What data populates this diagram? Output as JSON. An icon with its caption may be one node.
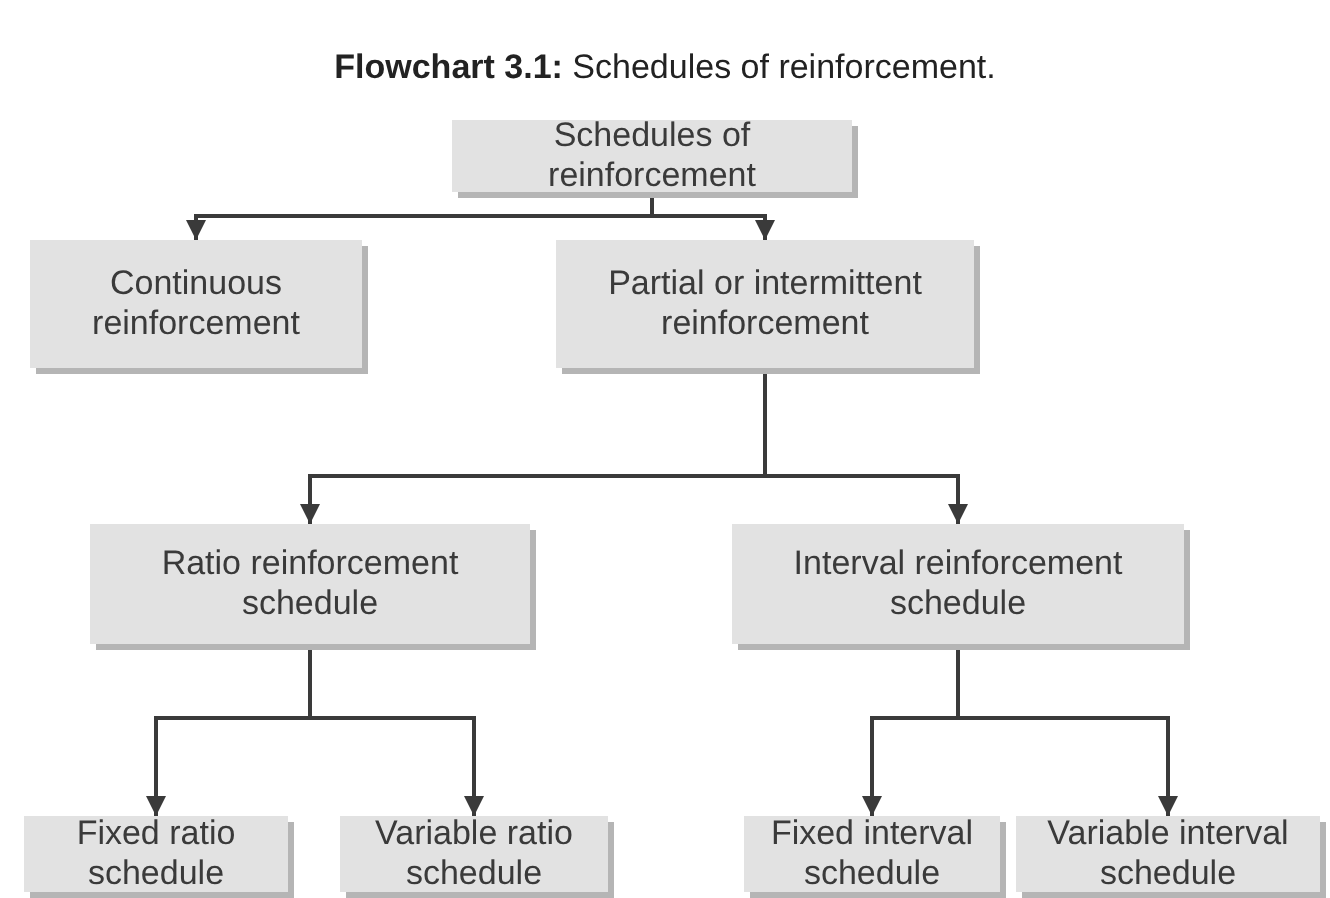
{
  "diagram": {
    "title": "**Flowchart 3.1:** Schedules of reinforcement.",
    "nodes": [
      {
        "text": [
          "Schedules of reinforcement"
        ]
      },
      {
        "text": [
          "Continuous reinforcement"
        ]
      },
      {
        "text": [
          "Partial or intermittent reinforcement"
        ]
      },
      {
        "text": [
          "Ratio reinforcement schedule"
        ]
      },
      {
        "text": [
          "Interval reinforcement schedule"
        ]
      },
      {
        "text": [
          "Fixed ratio schedule"
        ]
      },
      {
        "text": [
          "Variable ratio schedule"
        ]
      },
      {
        "text": [
          "Fixed interval schedule"
        ]
      },
      {
        "text": [
          "Variable interval schedule"
        ]
      }
    ],
    "edges": [
      {
        "from": 0,
        "to": 1,
        "arrow": "to"
      },
      {
        "from": 0,
        "to": 2,
        "arrow": "to"
      },
      {
        "from": 2,
        "to": 3,
        "arrow": "to"
      },
      {
        "from": 2,
        "to": 4,
        "arrow": "to"
      },
      {
        "from": 3,
        "to": 5,
        "arrow": "to"
      },
      {
        "from": 3,
        "to": 6,
        "arrow": "to"
      },
      {
        "from": 4,
        "to": 7,
        "arrow": "to"
      },
      {
        "from": 4,
        "to": 8,
        "arrow": "to"
      }
    ]
  }
}
